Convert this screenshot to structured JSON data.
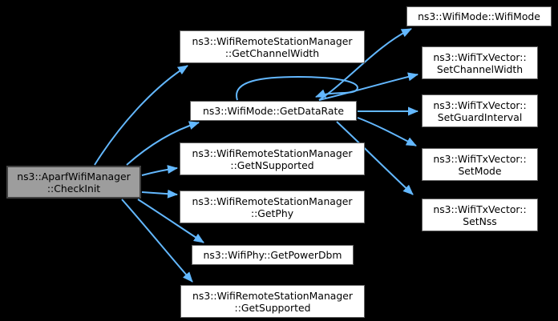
{
  "diagram": {
    "kind": "doxygen-call-graph",
    "background_color": "#000000",
    "edge_color": "#63b8ff",
    "highlight_node_fill": "#9d9d9d",
    "node_fill": "#ffffff",
    "nodes": [
      {
        "id": "checkinit",
        "line1": "ns3::AparfWifiManager",
        "line2": "::CheckInit"
      },
      {
        "id": "getchannelwidth",
        "line1": "ns3::WifiRemoteStationManager",
        "line2": "::GetChannelWidth"
      },
      {
        "id": "getdatarate",
        "line1": "ns3::WifiMode::GetDataRate"
      },
      {
        "id": "getnsupported",
        "line1": "ns3::WifiRemoteStationManager",
        "line2": "::GetNSupported"
      },
      {
        "id": "getphy",
        "line1": "ns3::WifiRemoteStationManager",
        "line2": "::GetPhy"
      },
      {
        "id": "getpowerdbm",
        "line1": "ns3::WifiPhy::GetPowerDbm"
      },
      {
        "id": "getsupported",
        "line1": "ns3::WifiRemoteStationManager",
        "line2": "::GetSupported"
      },
      {
        "id": "wifimode",
        "line1": "ns3::WifiMode::WifiMode"
      },
      {
        "id": "setchannelwidth",
        "line1": "ns3::WifiTxVector::",
        "line2": "SetChannelWidth"
      },
      {
        "id": "setguardinterval",
        "line1": "ns3::WifiTxVector::",
        "line2": "SetGuardInterval"
      },
      {
        "id": "setmode",
        "line1": "ns3::WifiTxVector::",
        "line2": "SetMode"
      },
      {
        "id": "setnss",
        "line1": "ns3::WifiTxVector::",
        "line2": "SetNss"
      }
    ],
    "edges": [
      {
        "from": "checkinit",
        "to": "getchannelwidth"
      },
      {
        "from": "checkinit",
        "to": "getdatarate"
      },
      {
        "from": "checkinit",
        "to": "getnsupported"
      },
      {
        "from": "checkinit",
        "to": "getphy"
      },
      {
        "from": "checkinit",
        "to": "getpowerdbm"
      },
      {
        "from": "checkinit",
        "to": "getsupported"
      },
      {
        "from": "getdatarate",
        "to": "getdatarate"
      },
      {
        "from": "getdatarate",
        "to": "wifimode"
      },
      {
        "from": "getdatarate",
        "to": "setchannelwidth"
      },
      {
        "from": "getdatarate",
        "to": "setguardinterval"
      },
      {
        "from": "getdatarate",
        "to": "setmode"
      },
      {
        "from": "getdatarate",
        "to": "setnss"
      }
    ]
  }
}
